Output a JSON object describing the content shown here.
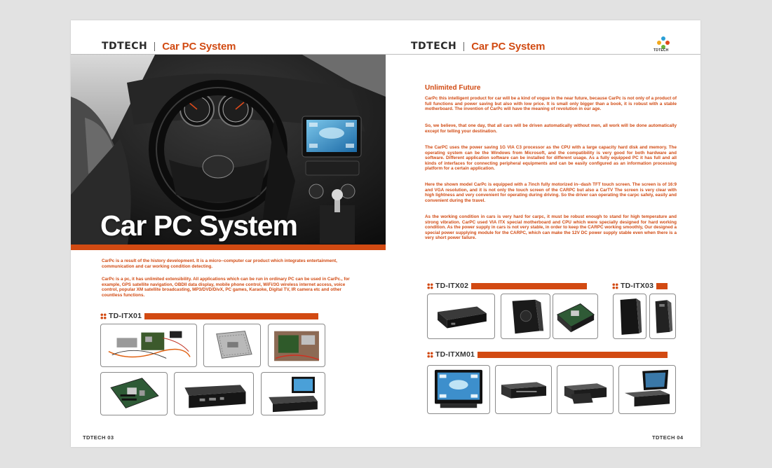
{
  "brand": "TDTECH",
  "header_title": "Car PC System",
  "logo_text": "TDTECH",
  "left": {
    "hero_title": "Car PC System",
    "screen_icon_label": "screen",
    "paragraphs": [
      "CarPc is a result of the history development. It is a micro--computer car product which integrates entertainment, communication and car working condition detecting.",
      "CarPc is a pc, it has unlimited extensibility. All applications which can be run in ordinary PC can be used in CarPc., for example, GPS satellite navigation, OBDII data display, mobile phone control, WiFi/3G wireless internet access, voice control, popular XM satellite broadcasting, MP3/DVD/DivX, PC games, Karaoke, Digital TV, IR camera etc and other countless functions."
    ],
    "section_label": "TD-ITX01",
    "footer": "TDTECH 03"
  },
  "right": {
    "title": "Unlimited Future",
    "paragraphs": [
      "CarPc this intelligent product for car will be a kind of vogue in the near future, because CarPc is not only of a product of full functions and power saving but also with low price. It is small only bigger than a book, it is robust with a stable motherboard. The invention of CarPc will have the meaning of revolution in our age.",
      "So, we believe, that one day, that all cars will be driven automatically without men, all work will be done automatically except for telling your destination.",
      "The CarPC uses the power saving 1G VIA C3 processor as the CPU with a large capacity hard disk and memory. The operating system can be the Windows from Microsoft, and the compatibility is very good for both hardware and software. Different application software can be installed for different usage. As a fully equipped PC it has full and all kinds of interfaces for connecting peripheral equipments and can be easily configured as an information processing platform for a certain application.",
      "Here the shown model CarPc is equipped with a 7inch fully motorized in--dash TFT touch screen. The screen is of 16:9 and VGA resolution, and it is not only the touch screen of the CARPC but also a CarTV The screen is very clear with high lightness and very convenient for operating during driving. So the driver can operating the carpc safely, easily and convenient during the travel.",
      "As the working condition in cars is very hard for carpc, it must be robust enough to stand for high temperature and strong vibration. CarPC used VIA ITX special motherboard and CPU which were specially designed for hard working condition. As the power supply in cars is not very stable, in order to keep the CARPC working smoothly, Our designed a special power supplying module for the CARPC, which can make the 12V DC power supply stable even when there is a very short power failure."
    ],
    "section_label_1": "TD-ITX02",
    "section_label_2": "TD-ITX03",
    "section_label_3": "TD-ITXM01",
    "footer": "TDTECH 04"
  },
  "colors": {
    "accent": "#d24a12",
    "text_dark": "#2b2b2b",
    "frame": "#e2e2e2"
  },
  "icons": [
    "four-dot-logo-icon",
    "four-dot-bullet-icon"
  ]
}
